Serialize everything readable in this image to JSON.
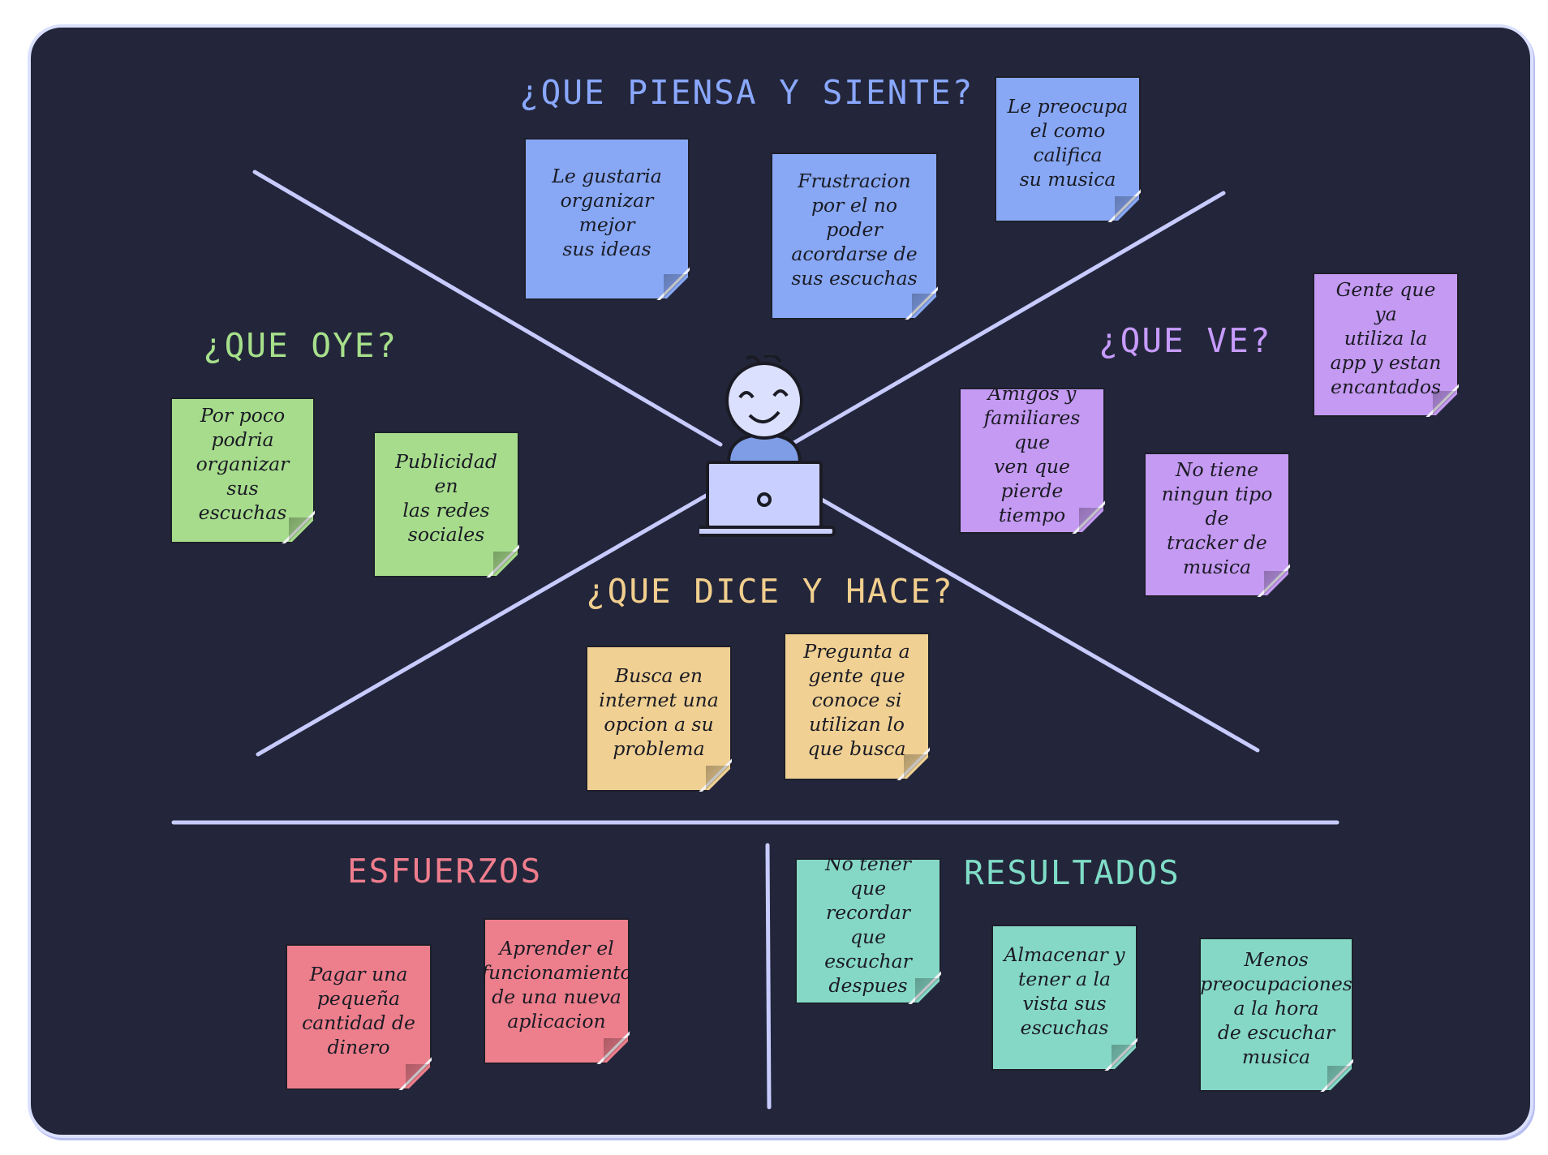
{
  "colors": {
    "board": "#23263a",
    "frame": "#dbe0ff",
    "lines": "#c7cbff",
    "piensa": "#8aa8ff",
    "oye": "#a7e08b",
    "ve": "#c79bff",
    "dice": "#f2cf8e",
    "esfuerzos": "#ef7d8d",
    "resultados": "#7fdcc7"
  },
  "sections": {
    "piensa": {
      "title": "¿QUE PIENSA Y SIENTE?",
      "notes": [
        {
          "text": "Le gustaria\norganizar mejor\nsus ideas",
          "color": "#88a8f5"
        },
        {
          "text": "Frustracion\npor el no poder\nacordarse de\nsus escuchas",
          "color": "#88a8f5"
        },
        {
          "text": "Le preocupa\nel como\ncalifica\nsu musica",
          "color": "#88a8f5"
        }
      ]
    },
    "oye": {
      "title": "¿QUE OYE?",
      "notes": [
        {
          "text": "Por poco\npodria\norganizar\nsus escuchas",
          "color": "#a7dc8c"
        },
        {
          "text": "Publicidad en\nlas redes\nsociales",
          "color": "#a7dc8c"
        }
      ]
    },
    "ve": {
      "title": "¿QUE VE?",
      "notes": [
        {
          "text": "Gente que ya\nutiliza la\napp y estan\nencantados",
          "color": "#c59af2"
        },
        {
          "text": "Amigos y\nfamiliares que\nven que\npierde tiempo",
          "color": "#c59af2"
        },
        {
          "text": "No tiene\nningun tipo de\ntracker de\nmusica",
          "color": "#c59af2"
        }
      ]
    },
    "dice": {
      "title": "¿QUE DICE Y HACE?",
      "notes": [
        {
          "text": "Busca en\ninternet una\nopcion a su\nproblema",
          "color": "#f0d093"
        },
        {
          "text": "Pregunta a\ngente que\nconoce si\nutilizan lo\nque busca",
          "color": "#f0d093"
        }
      ]
    },
    "esfuerzos": {
      "title": "ESFUERZOS",
      "notes": [
        {
          "text": "Pagar una\npequeña\ncantidad de\ndinero",
          "color": "#ed7e8c"
        },
        {
          "text": "Aprender el\nfuncionamiento\nde una nueva\naplicacion",
          "color": "#ed7e8c"
        }
      ]
    },
    "resultados": {
      "title": "RESULTADOS",
      "notes": [
        {
          "text": "No tener que\nrecordar\nque escuchar\ndespues",
          "color": "#86d8c6"
        },
        {
          "text": "Almacenar y\ntener a la\nvista sus\nescuchas",
          "color": "#86d8c6"
        },
        {
          "text": "Menos\npreocupaciones\na la hora\nde escuchar\nmusica",
          "color": "#86d8c6"
        }
      ]
    }
  },
  "icons": {
    "persona": "user-with-laptop-icon"
  }
}
